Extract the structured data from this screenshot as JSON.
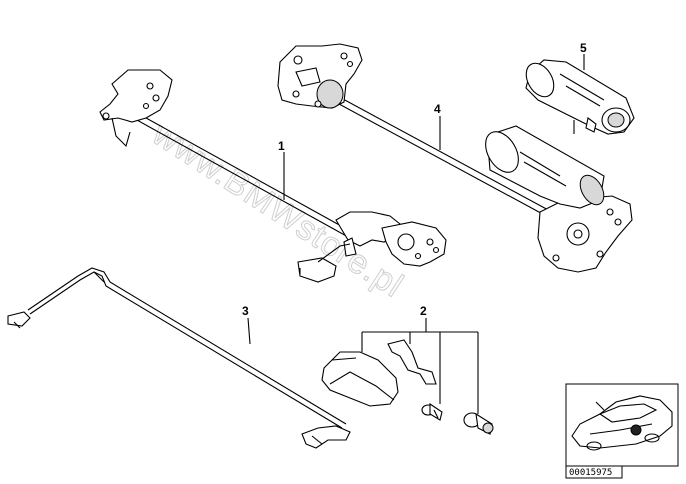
{
  "watermark": "www.BMWstore.pl",
  "callouts": {
    "part1": "1",
    "part2": "2",
    "part3": "3",
    "part4": "4",
    "part5": "5"
  },
  "inset": {
    "reference_code": "00015975"
  },
  "colors": {
    "ink": "#000000",
    "background": "#ffffff",
    "watermark": "#cfcfcf",
    "shade": "#d8d8d8"
  }
}
